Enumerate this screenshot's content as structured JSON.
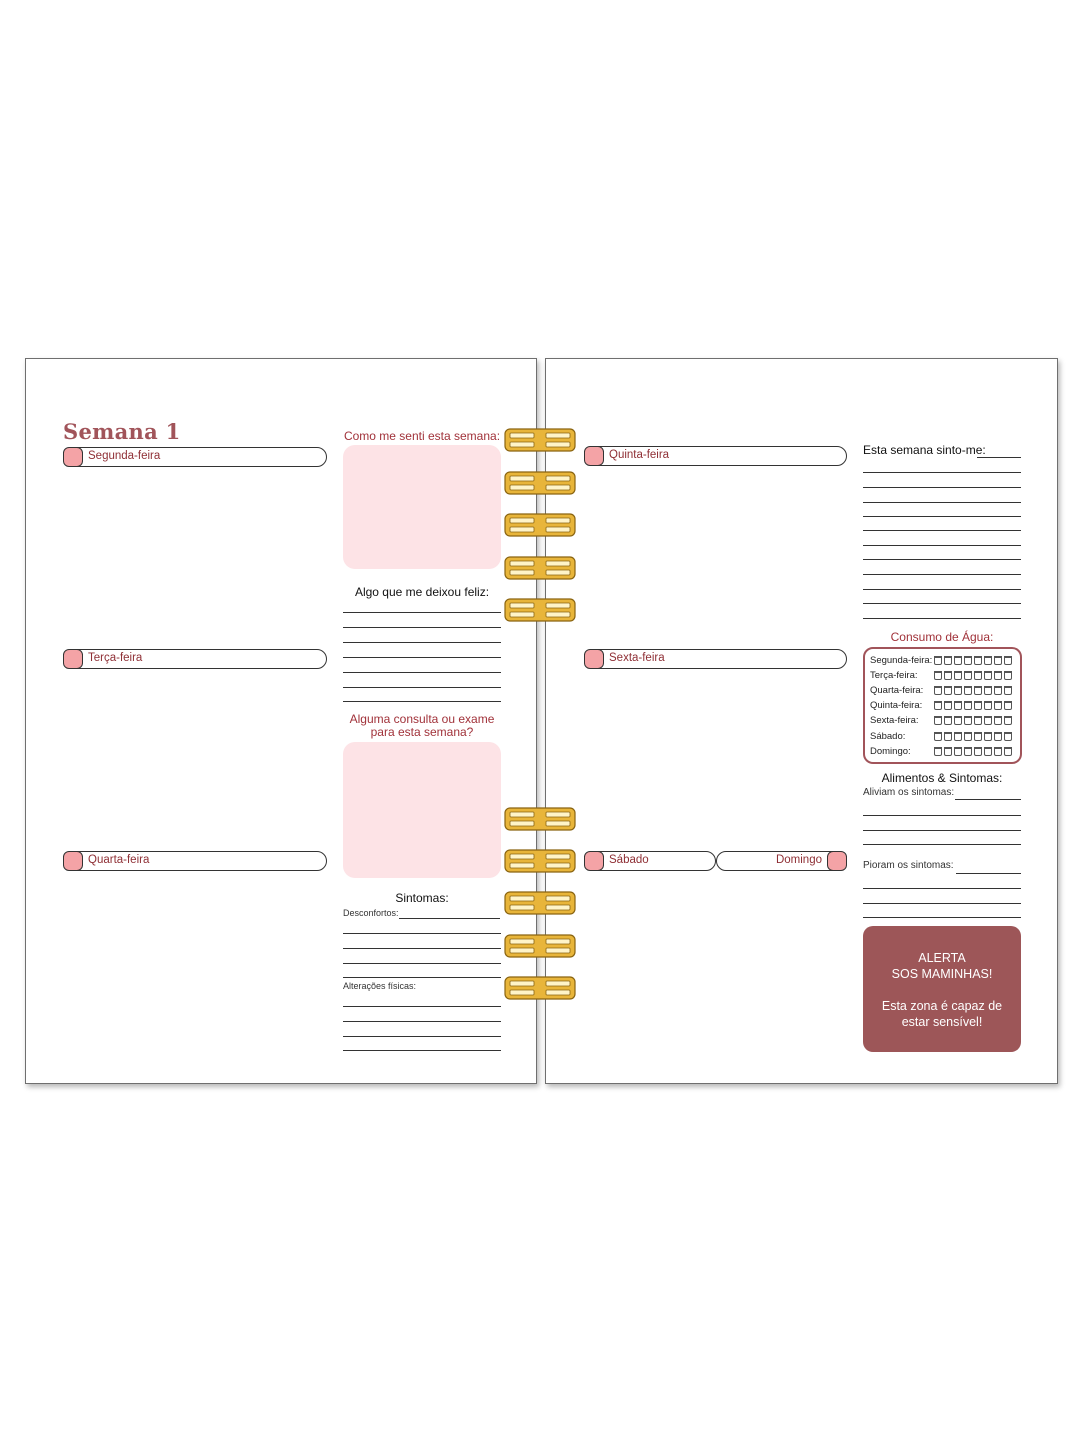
{
  "left_page": {
    "week_title": "Semana 1",
    "days": [
      "Segunda-feira",
      "Terça-feira",
      "Quarta-feira"
    ],
    "feelings_heading": "Como me senti esta semana:",
    "happy_heading": "Algo que me deixou feliz:",
    "appointment_heading_line1": "Alguma consulta ou exame",
    "appointment_heading_line2": "para esta semana?",
    "symptoms_heading": "Sintomas:",
    "discomforts_label": "Desconfortos:",
    "physical_changes_label": "Alterações físicas:"
  },
  "right_page": {
    "days": [
      "Quinta-feira",
      "Sexta-feira",
      "Sábado",
      "Domingo"
    ],
    "feel_heading": "Esta semana sinto-me:",
    "water_heading": "Consumo de Água:",
    "water_days": [
      "Segunda-feira:",
      "Terça-feira:",
      "Quarta-feira:",
      "Quinta-feira:",
      "Sexta-feira:",
      "Sábado:",
      "Domingo:"
    ],
    "cups_per_day": 8,
    "foods_heading": "Alimentos & Sintomas:",
    "relieve_label": "Aliviam os sintomas:",
    "worsen_label": "Pioram os sintomas:",
    "alert_line1": "ALERTA",
    "alert_line2": "SOS MAMINHAS!",
    "alert_line3": "Esta zona é capaz de",
    "alert_line4": "estar sensível!"
  },
  "colors": {
    "accent": "#a1545a",
    "pink_box": "#fde3e6",
    "day_dot": "#f4a3a6",
    "ring_gold": "#e8b53a",
    "alert_bg": "#9d5658"
  }
}
